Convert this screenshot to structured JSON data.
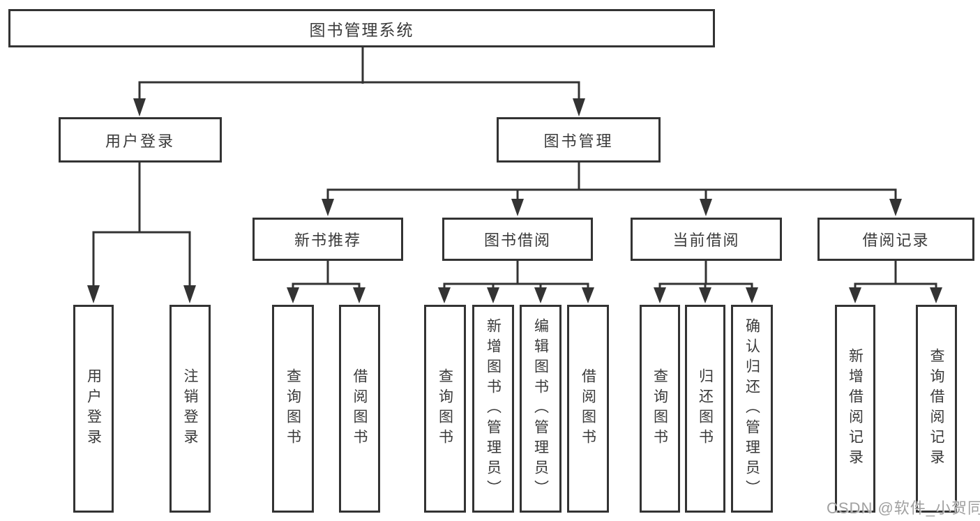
{
  "diagram": {
    "root_label": "图书管理系统",
    "level2": [
      {
        "label": "用户登录"
      },
      {
        "label": "图书管理"
      }
    ],
    "level3": [
      {
        "label": "新书推荐"
      },
      {
        "label": "图书借阅"
      },
      {
        "label": "当前借阅"
      },
      {
        "label": "借阅记录"
      }
    ],
    "leaves": [
      {
        "label": "用户登录"
      },
      {
        "label": "注销登录"
      },
      {
        "label": "查询图书"
      },
      {
        "label": "借阅图书"
      },
      {
        "label": "查询图书"
      },
      {
        "label": "新增图书（管理员）"
      },
      {
        "label": "编辑图书（管理员）"
      },
      {
        "label": "借阅图书"
      },
      {
        "label": "查询图书"
      },
      {
        "label": "归还图书"
      },
      {
        "label": "确认归还（管理员）"
      },
      {
        "label": "新增借阅记录"
      },
      {
        "label": "查询借阅记录"
      }
    ],
    "colors": {
      "line": "#333333",
      "text": "#3a3a3a",
      "background": "#ffffff",
      "watermark": "#a0a0a0"
    }
  },
  "watermark": {
    "text": "CSDN @软件_小贺同学"
  }
}
